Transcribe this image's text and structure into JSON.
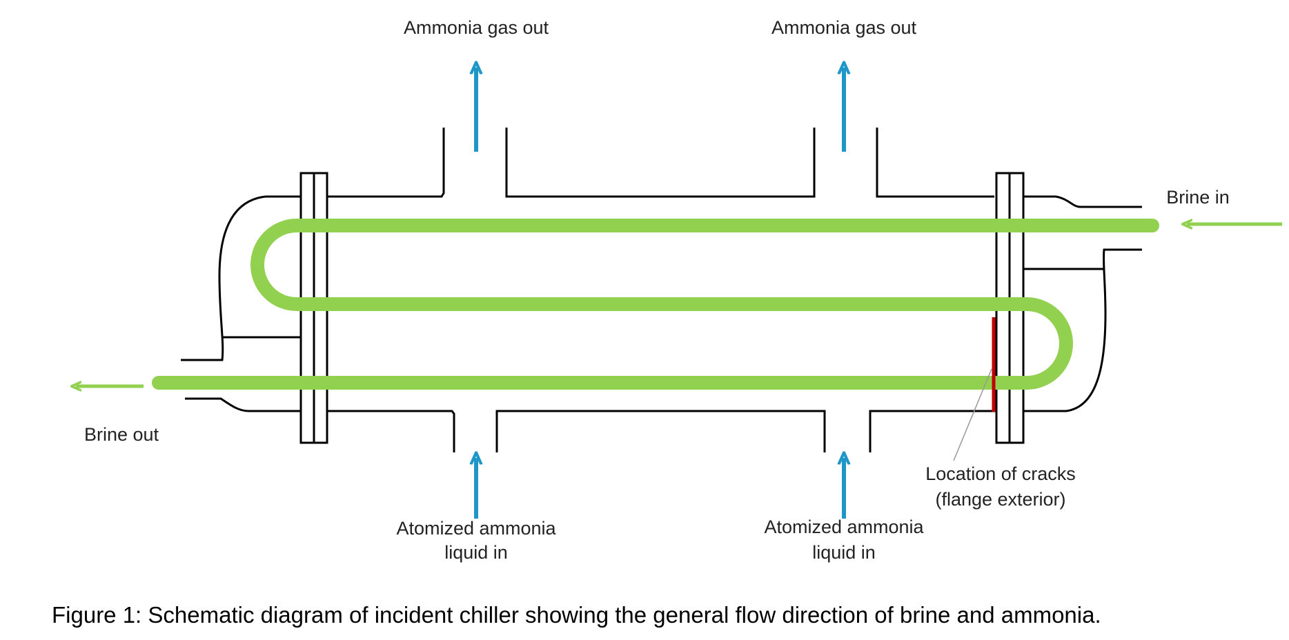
{
  "labels": {
    "gas_out_left": "Ammonia gas out",
    "gas_out_right": "Ammonia gas out",
    "brine_in": "Brine in",
    "brine_out": "Brine out",
    "liquid_in_left_line1": "Atomized ammonia",
    "liquid_in_left_line2": "liquid in",
    "liquid_in_right_line1": "Atomized ammonia",
    "liquid_in_right_line2": "liquid in",
    "cracks_line1": "Location of cracks",
    "cracks_line2": "(flange exterior)"
  },
  "caption": "Figure 1: Schematic diagram of incident chiller showing the general flow direction of brine and ammonia.",
  "colors": {
    "brine_tube": "#92d050",
    "ammonia_arrow": "#1e96c8",
    "crack_marker": "#c00000",
    "shell_outline": "#000000"
  }
}
